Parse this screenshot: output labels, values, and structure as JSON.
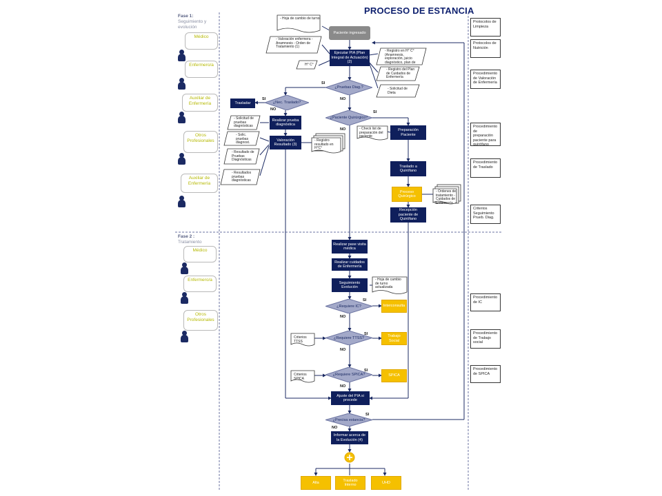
{
  "title": "PROCESO DE ESTANCIA",
  "phase1": {
    "label": "Fase 1:",
    "subtitle": "Seguimiento y evolución"
  },
  "phase2": {
    "label": "Fase 2 :",
    "subtitle": "Tratamiento"
  },
  "roles1": [
    "Médico",
    "Enfermero/a",
    "Auxiliar de Enfermería",
    "Otros Profesionales",
    "Auxiliar de Enfermería"
  ],
  "roles2": [
    "Médico",
    "Enfermero/a",
    "Otros Profesionales"
  ],
  "refs": [
    "Protocolos de Limpieza",
    "Protocolos de Nutrición",
    "Procedimiento de Valoración de Enfermería",
    "Procedimiento de preparación paciente para quirófano",
    "Procedimiento de Traslado",
    "Criterios Seguimiento Prueb. Diag.",
    "Procedimiento de IC",
    "Procedimiento de Trabajo social",
    "Procedimiento de SPICA"
  ],
  "nodes": {
    "paciente_ingresado": "Paciente ingresado",
    "ejecutar_pia": "Ejecutar PIA (Plan Integral de Actuación) (2)",
    "pruebas_diag": "¿Pruebas Diag.?",
    "nec_traslado": "¿Nec. Traslado?",
    "trasladar": "Trasladar",
    "realizar_prueba": "Realizar prueba diagnóstica",
    "valoracion_resultado": "Valoración Resultado (3)",
    "paciente_quirurgico": "¿Paciente Quirúrgico?",
    "preparacion_paciente": "Preparación Paciente",
    "traslado_quirofano": "Traslado a Quirófano",
    "proceso_quirurgico": "Proceso Quirúrgico",
    "recepcion_paciente": "Recepción paciente de Quirófano",
    "realizar_pase": "Realizar pase visita médica",
    "realizar_cuidados": "Realizar cuidados de Enfermería",
    "seguimiento_evolucion": "Seguimiento Evolución",
    "requiere_ic": "¿Requiere IC?",
    "interconsulta": "Interconsulta",
    "requiere_ttsst": "¿Requiere TTSS?",
    "trabajo_social": "Trabajo Social",
    "requiere_spica": "¿Requiere SPICA?",
    "spica": "SPICA",
    "ajuste_pia": "Ajuste del PIA si procede",
    "precisa_estancia": "¿Precisa estancia?",
    "informar_evolucion": "Informar acerca de la Evolución (4)",
    "alta": "Alta",
    "traslado_interno": "Traslado Interno",
    "uhd": "UHD"
  },
  "docs": {
    "hoja_cambio_turno": "- Hoja de cambio de turno",
    "valoracion_enfermera": "- Valoración enfermera - Anamnesis - Orden de Tratamiento (1)",
    "hc": "H° C°",
    "registro_hc": "- Registro en H° C° (Anamnesis, exploración, juicio diagnóstico, plan de actuación, órdenes de tratamiento)",
    "registro_plan_cuidados": "- Registro del Plan de Cuidados de Enfermería",
    "solicitud_dieta": "- Solicitud de Dieta",
    "solicitud_prueba": "- Solicitud de pruebas diagnósticas",
    "solic_pruebas": "- Solic. pruebas diagnost.",
    "resultado_pruebas": "- Resultado de Pruebas Diagnósticas",
    "resultados_pruebas": "- Resultados pruebas diagnósticas",
    "registro_resultado": "- Registro resultado en H°C°",
    "checklist": "- Check list de preparación del paciente",
    "ordenes_tratamiento": "- Órdenes de tratamiento - Cuidados de Enfermería",
    "hoja_cambio_actualizada": "- Hoja de cambio de turno actualizada",
    "criterios_ttss": "Criterios TTSS",
    "criterios_spica": "Criterios SPICA"
  },
  "labels": {
    "si": "SI",
    "no": "NO"
  }
}
